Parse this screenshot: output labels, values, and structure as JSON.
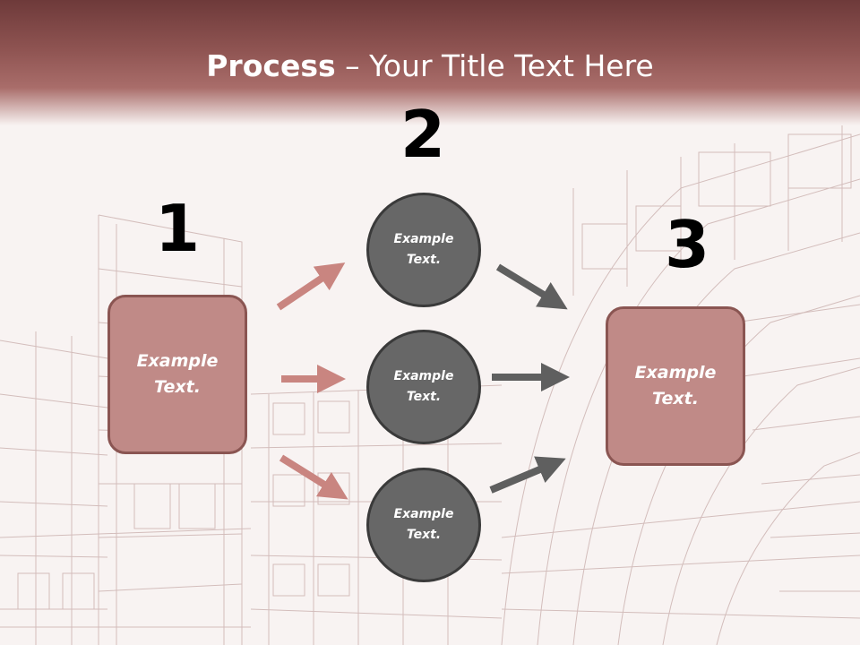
{
  "slide": {
    "title_bold": "Process",
    "title_rest": " – Your Title Text Here"
  },
  "steps": {
    "one": "1",
    "two": "2",
    "three": "3"
  },
  "left_box": {
    "text": "Example\nText."
  },
  "right_box": {
    "text": "Example\nText."
  },
  "circles": [
    {
      "text": "Example\nText."
    },
    {
      "text": "Example\nText."
    },
    {
      "text": "Example\nText."
    }
  ],
  "colors": {
    "header": "#8f5452",
    "box_fill": "#c08a87",
    "box_border": "#8a5552",
    "circle_fill": "#676767",
    "arrow_pink": "#c98580",
    "arrow_gray": "#5f5f5f"
  }
}
